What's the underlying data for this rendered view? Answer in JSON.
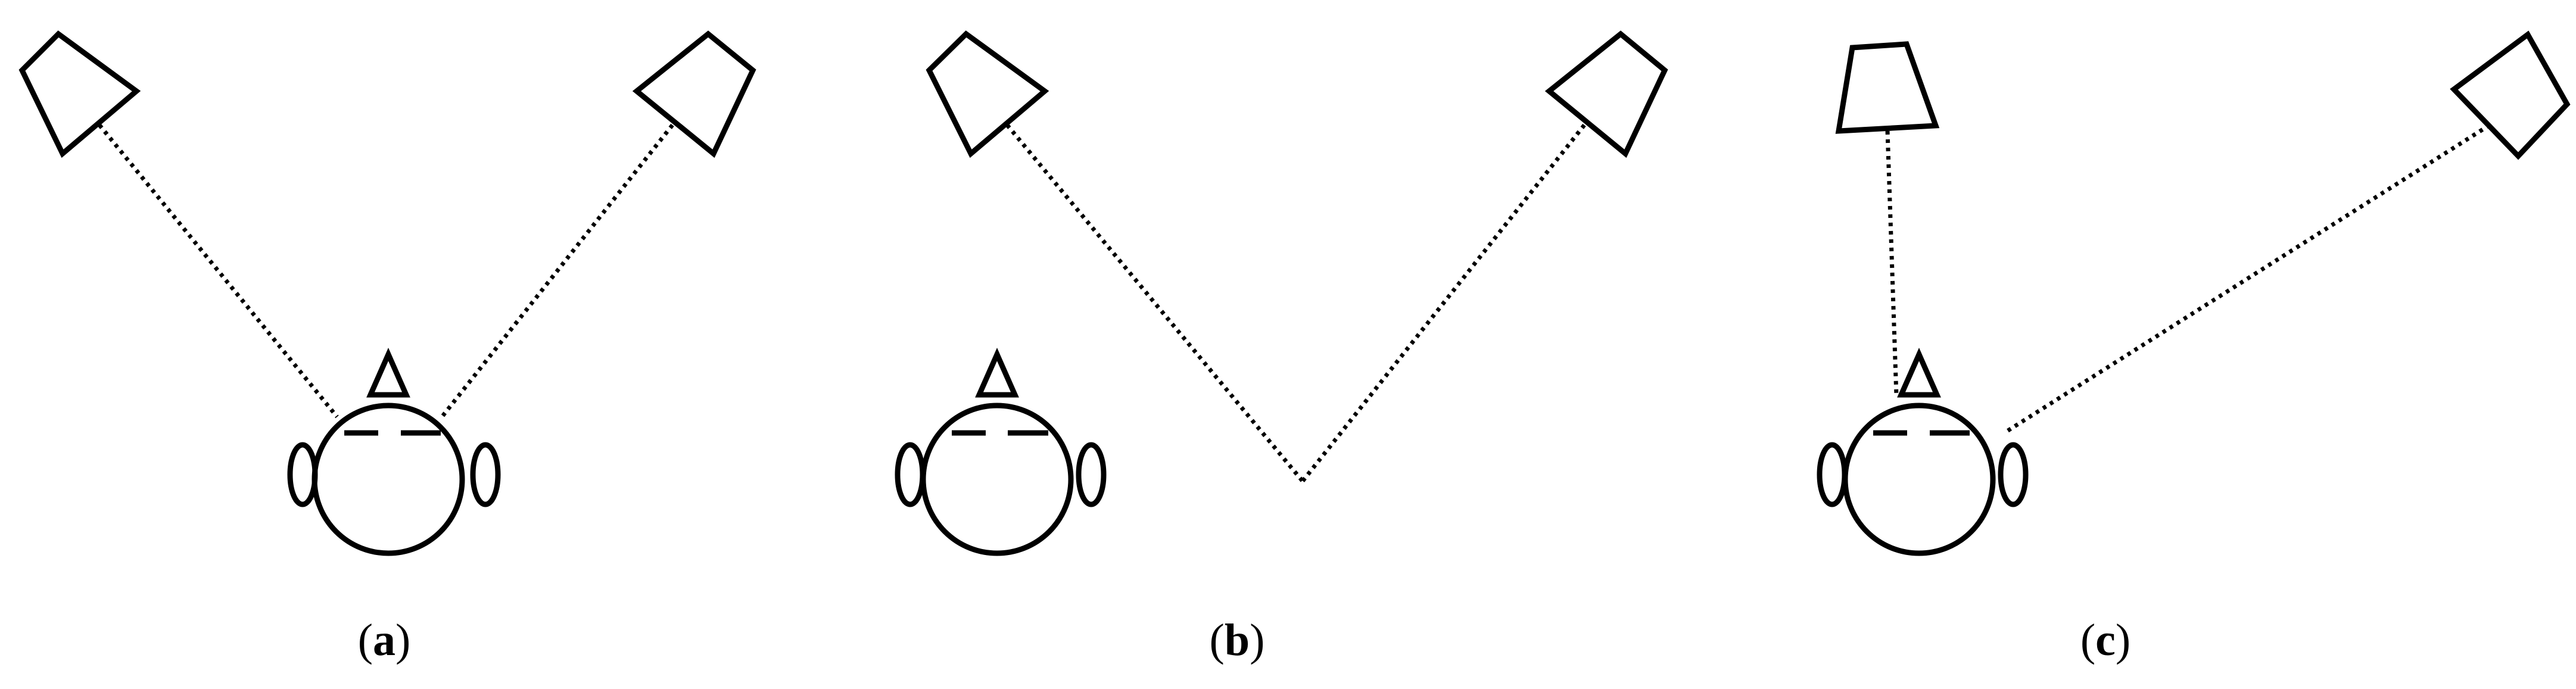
{
  "panels": [
    {
      "id": "a",
      "label_open": "(",
      "label_letter": "a",
      "label_close": ")",
      "sources": 2,
      "listener_at_convergence": true
    },
    {
      "id": "b",
      "label_open": "(",
      "label_letter": "b",
      "label_close": ")",
      "sources": 2,
      "listener_at_convergence": false
    },
    {
      "id": "c",
      "label_open": "(",
      "label_letter": "c",
      "label_close": ")",
      "sources": 2,
      "listener_at_convergence": true
    }
  ],
  "colors": {
    "line": "#000000",
    "background": "#ffffff"
  }
}
